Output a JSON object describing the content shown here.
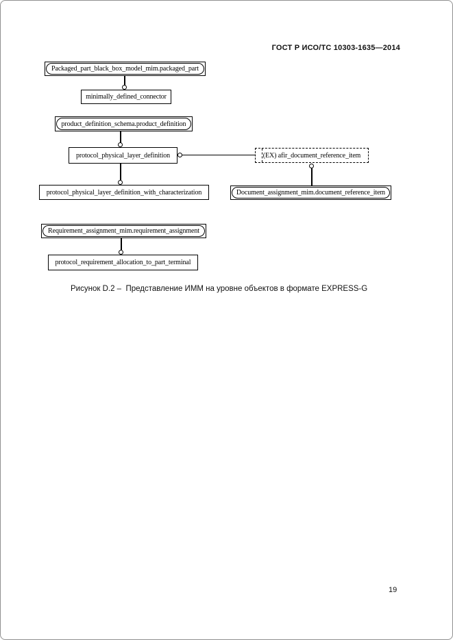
{
  "page": {
    "header": "ГОСТ Р ИСО/ТС 10303-1635—2014",
    "caption": "Рисунок D.2 –  Представление ИММ на уровне объектов в формате EXPRESS-G",
    "page_number": "19"
  },
  "diagram": {
    "notation": "EXPRESS-G",
    "colors": {
      "line": "#000000",
      "background": "#ffffff",
      "text": "#000000"
    },
    "nodes": [
      {
        "id": "packaged-part-ref",
        "kind": "interschema-reference",
        "label": "Packaged_part_black_box_model_mim.packaged_part"
      },
      {
        "id": "minimally-defined-connector",
        "kind": "entity",
        "label": "minimally_defined_connector"
      },
      {
        "id": "product-definition-ref",
        "kind": "interschema-reference",
        "label": "product_definition_schema.product_definition"
      },
      {
        "id": "protocol-physical-layer-definition",
        "kind": "entity",
        "label": "protocol_physical_layer_definition"
      },
      {
        "id": "afir-document-reference-item",
        "kind": "extensible-select-type",
        "label": "(EX) afir_document_reference_item"
      },
      {
        "id": "protocol-physical-layer-definition-with-characterization",
        "kind": "entity",
        "label": "protocol_physical_layer_definition_with_characterization"
      },
      {
        "id": "document-reference-item-ref",
        "kind": "interschema-reference",
        "label": "Document_assignment_mim.document_reference_item"
      },
      {
        "id": "requirement-assignment-ref",
        "kind": "interschema-reference",
        "label": "Requirement_assignment_mim.requirement_assignment"
      },
      {
        "id": "protocol-requirement-allocation-to-part-terminal",
        "kind": "entity",
        "label": "protocol_requirement_allocation_to_part_terminal"
      }
    ],
    "edges": [
      {
        "from": "packaged-part-ref",
        "to": "minimally-defined-connector",
        "style": "thick-vertical",
        "circle_at": "to"
      },
      {
        "from": "product-definition-ref",
        "to": "protocol-physical-layer-definition",
        "style": "thick-vertical",
        "circle_at": "to"
      },
      {
        "from": "protocol-physical-layer-definition",
        "to": "afir-document-reference-item",
        "style": "thin-horizontal",
        "circle_at": "from"
      },
      {
        "from": "protocol-physical-layer-definition",
        "to": "protocol-physical-layer-definition-with-characterization",
        "style": "thick-vertical",
        "circle_at": "to"
      },
      {
        "from": "afir-document-reference-item",
        "to": "document-reference-item-ref",
        "style": "thick-vertical",
        "circle_at": "from"
      },
      {
        "from": "requirement-assignment-ref",
        "to": "protocol-requirement-allocation-to-part-terminal",
        "style": "thick-vertical",
        "circle_at": "to"
      }
    ]
  }
}
